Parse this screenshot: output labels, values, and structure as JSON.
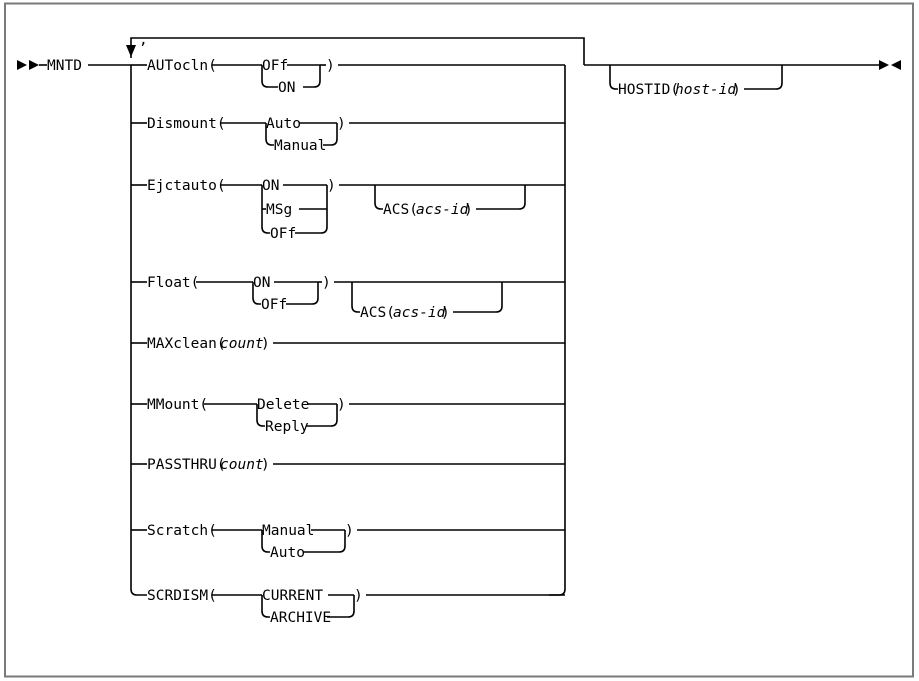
{
  "diagram": {
    "type": "railroad-syntax-diagram",
    "title": "MNTD",
    "start_marker": "►►",
    "end_marker": "►◄",
    "repeat_separator": ",",
    "command": "MNTD",
    "colors": {
      "line": "#000000",
      "frame": "#7a7a7a",
      "background": "#ffffff",
      "text": "#000000"
    },
    "parameters": [
      {
        "name": "AUTocln",
        "label": "AUTocln(",
        "close": ")",
        "choices": [
          "OFf",
          "ON"
        ]
      },
      {
        "name": "Dismount",
        "label": "Dismount(",
        "close": ")",
        "choices": [
          "Auto",
          "Manual"
        ]
      },
      {
        "name": "Ejctauto",
        "label": "Ejctauto(",
        "close": ")",
        "choices": [
          "ON",
          "MSg",
          "OFf"
        ],
        "optional_suffix": {
          "label": "ACS(",
          "variable": "acs-id",
          "close": ")"
        }
      },
      {
        "name": "Float",
        "label": "Float(",
        "close": ")",
        "choices": [
          "ON",
          "OFf"
        ],
        "optional_suffix": {
          "label": "ACS(",
          "variable": "acs-id",
          "close": ")"
        }
      },
      {
        "name": "MAXclean",
        "label": "MAXclean(",
        "variable": "count",
        "close": ")",
        "choices": []
      },
      {
        "name": "MMount",
        "label": "MMount(",
        "close": ")",
        "choices": [
          "Delete",
          "Reply"
        ]
      },
      {
        "name": "PASSTHRU",
        "label": "PASSTHRU(",
        "variable": "count",
        "close": ")",
        "choices": []
      },
      {
        "name": "Scratch",
        "label": "Scratch(",
        "close": ")",
        "choices": [
          "Manual",
          "Auto"
        ]
      },
      {
        "name": "SCRDISM",
        "label": "SCRDISM(",
        "close": ")",
        "choices": [
          "CURRENT",
          "ARCHIVE"
        ]
      }
    ],
    "trailing_optional": {
      "name": "HOSTID",
      "label": "HOSTID(",
      "variable": "host-id",
      "close": ")"
    }
  }
}
